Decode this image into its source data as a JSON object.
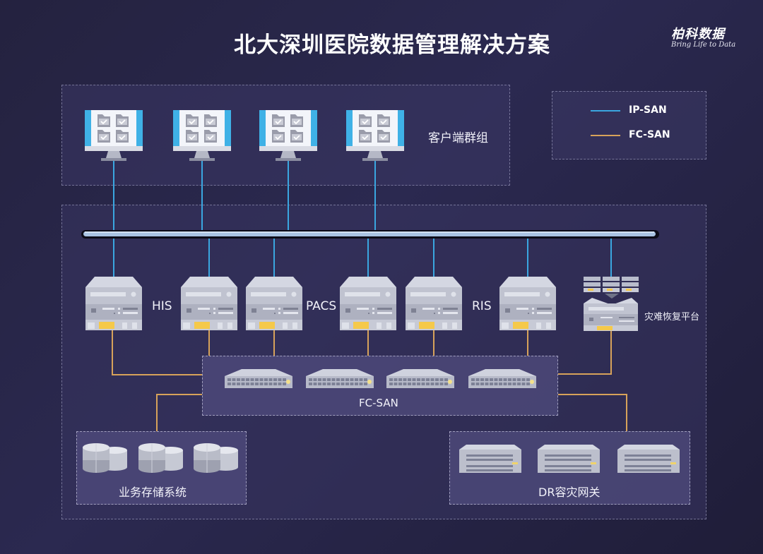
{
  "title": "北大深圳医院数据管理解决方案",
  "brand": {
    "name": "柏科数据",
    "tagline": "Bring Life to Data"
  },
  "legend": {
    "items": [
      {
        "label": "IP-SAN",
        "color": "#3aa6e0"
      },
      {
        "label": "FC-SAN",
        "color": "#d7a25a"
      }
    ]
  },
  "colors": {
    "ip_san": "#3aa6e0",
    "fc_san": "#d7a25a",
    "background": "#25233f",
    "device_body": "#b9bccb",
    "accent_yellow": "#f5c94a"
  },
  "client_group": {
    "label": "客户端群组",
    "clients": [
      {
        "icon": "monitor-icon"
      },
      {
        "icon": "monitor-icon"
      },
      {
        "icon": "monitor-icon"
      },
      {
        "icon": "monitor-icon"
      }
    ]
  },
  "servers": {
    "groups": [
      {
        "label": "HIS",
        "count": 1
      },
      {
        "label": "PACS",
        "count": 2
      },
      {
        "label": "RIS",
        "count": 2
      }
    ],
    "extra_server_count": 1,
    "dr_platform_label": "灾难恢复平台"
  },
  "fc_san": {
    "label": "FC-SAN",
    "switch_count": 4
  },
  "storage": {
    "label": "业务存储系统",
    "disk_count": 3
  },
  "dr_gateway": {
    "label": "DR容灾网关",
    "device_count": 3
  }
}
